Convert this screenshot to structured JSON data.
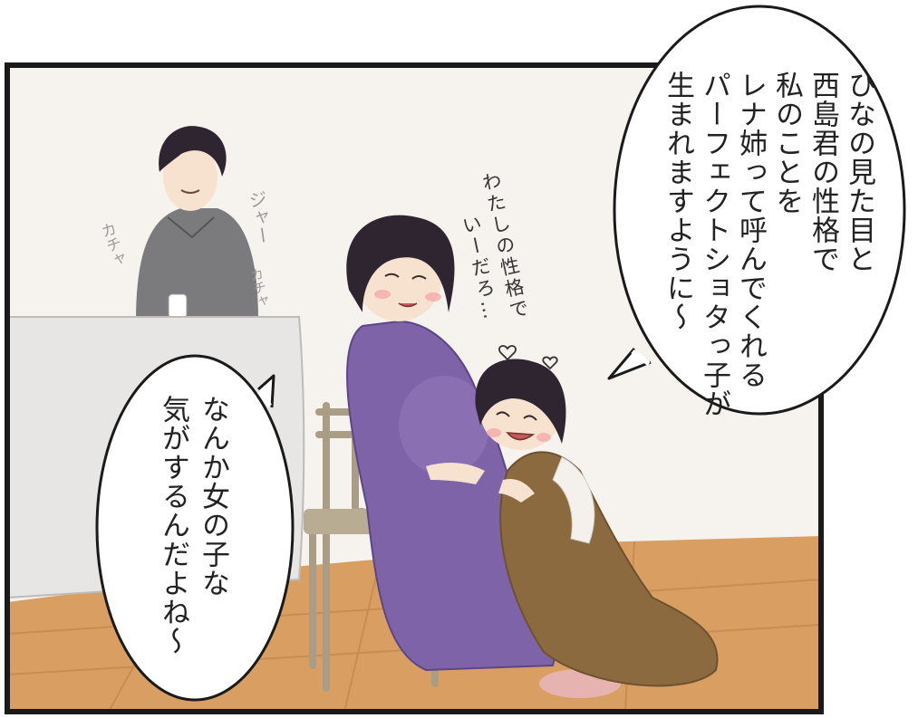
{
  "panel": {
    "speech_right": [
      "ひなの見た目と",
      "西島君の性格で",
      "私のことを",
      "レナ姉って呼んでくれる",
      "パーフェクトショタっ子が",
      "生まれますように～"
    ],
    "speech_left": [
      "なんか女の子な",
      "気がするんだよね～"
    ],
    "handwritten_note": [
      "わたしの性格で",
      "いーだろ…"
    ],
    "sound_effects": {
      "kacha_1": "カチャ",
      "water": "ジャー",
      "kacha_2": "カチャ"
    }
  },
  "colors": {
    "wall": "#f6f3ef",
    "floor": "#d99f62",
    "counter": "#e7e6e4",
    "sweater": "#7b7b7d",
    "dress": "#7e63a8",
    "pinafore": "#8a6a3e",
    "hair_dark": "#2f2530",
    "skin": "#f7e2cf",
    "chair": "#a99d86",
    "slippers": "#e7b3b0"
  }
}
